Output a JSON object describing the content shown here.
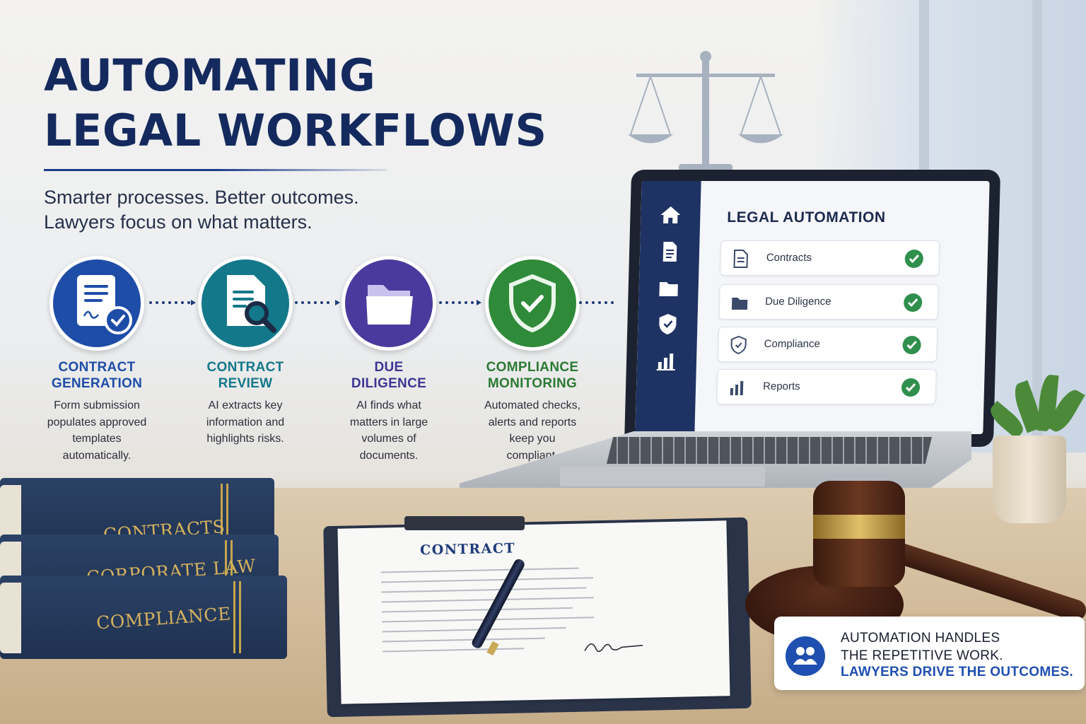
{
  "header": {
    "title_line1": "AUTOMATING",
    "title_line2": "LEGAL WORKFLOWS",
    "subtitle_line1": "Smarter processes. Better outcomes.",
    "subtitle_line2": "Lawyers focus on what matters."
  },
  "steps": [
    {
      "icon": "contract-signature-icon",
      "color": "#1e4da8",
      "title_line1": "CONTRACT",
      "title_line2": "GENERATION",
      "desc": [
        "Form submission",
        "populates approved",
        "templates",
        "automatically."
      ]
    },
    {
      "icon": "document-search-icon",
      "color": "#13788a",
      "title_line1": "CONTRACT",
      "title_line2": "REVIEW",
      "desc": [
        "AI extracts key",
        "information and",
        "highlights risks."
      ]
    },
    {
      "icon": "folder-icon",
      "color": "#4a3a9e",
      "title_line1": "DUE",
      "title_line2": "DILIGENCE",
      "desc": [
        "AI finds what",
        "matters in large",
        "volumes of",
        "documents."
      ]
    },
    {
      "icon": "shield-check-icon",
      "color": "#2f8a3a",
      "title_line1": "COMPLIANCE",
      "title_line2": "MONITORING",
      "desc": [
        "Automated checks,",
        "alerts and reports",
        "keep you",
        "compliant."
      ]
    }
  ],
  "laptop": {
    "screen_title": "LEGAL AUTOMATION",
    "sidebar_icons": [
      "home-icon",
      "document-icon",
      "folder-icon",
      "shield-icon",
      "bar-chart-icon"
    ],
    "rows": [
      {
        "icon": "document-icon",
        "label": "Contracts",
        "status": "check-icon"
      },
      {
        "icon": "folder-icon",
        "label": "Due Diligence",
        "status": "check-icon"
      },
      {
        "icon": "shield-icon",
        "label": "Compliance",
        "status": "check-icon"
      },
      {
        "icon": "bar-chart-icon",
        "label": "Reports",
        "status": "check-icon"
      }
    ]
  },
  "books": [
    "CONTRACTS",
    "CORPORATE LAW",
    "COMPLIANCE"
  ],
  "clipboard": {
    "title": "CONTRACT"
  },
  "banner": {
    "icon": "users-icon",
    "line1": "AUTOMATION HANDLES",
    "line2": "THE REPETITIVE WORK.",
    "line3": "LAWYERS DRIVE THE OUTCOMES."
  },
  "colors": {
    "brand_navy": "#142a5e",
    "accent_blue": "#1f4fb0",
    "success_green": "#2f8f4c",
    "gold": "#c7a54c"
  }
}
